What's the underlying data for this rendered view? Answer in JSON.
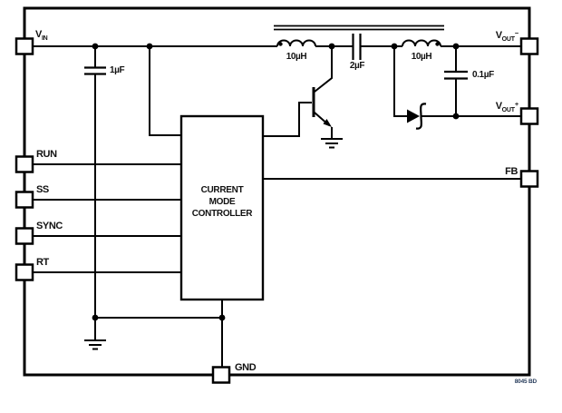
{
  "diagram": {
    "type": "circuit-schematic-block-diagram",
    "pins": {
      "vin": {
        "base": "V",
        "sub": "IN"
      },
      "run": "RUN",
      "ss": "SS",
      "sync": "SYNC",
      "rt": "RT",
      "gnd": "GND",
      "vout_minus": {
        "base": "V",
        "sub": "OUT",
        "sup": "−"
      },
      "vout_plus": {
        "base": "V",
        "sub": "OUT",
        "sup": "+"
      },
      "fb": "FB"
    },
    "components": {
      "input_cap": "1µF",
      "primary_inductor": "10µH",
      "coupling_cap": "2µF",
      "secondary_inductor": "10µH",
      "output_cap": "0.1µF"
    },
    "controller_block": "CURRENT\nMODE\nCONTROLLER",
    "figure_code": "8045 BD",
    "colors": {
      "line": "#000000",
      "text": "#111111",
      "figure_code_text": "#2b3f5e",
      "background": "#ffffff"
    }
  }
}
